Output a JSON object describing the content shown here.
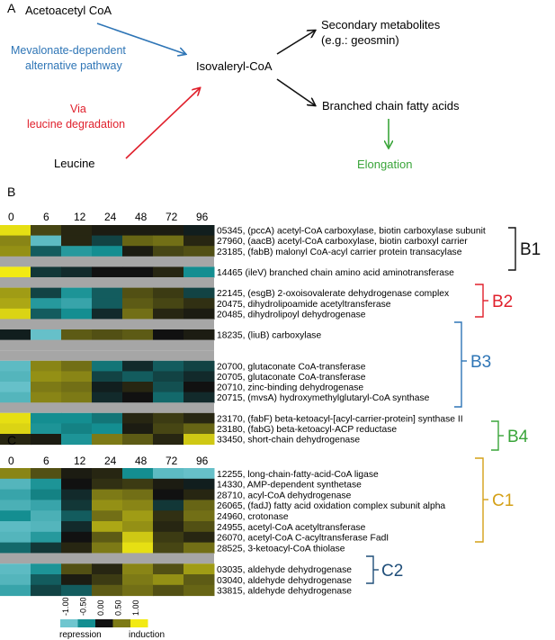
{
  "panel_a": {
    "label": "A",
    "acetoacetyl": "Acetoacetyl CoA",
    "mevalonate_line1": "Mevalonate-dependent",
    "mevalonate_line2": "alternative pathway",
    "isovaleryl": "Isovaleryl-CoA",
    "via": "Via",
    "leucine_deg": "leucine degradation",
    "leucine": "Leucine",
    "secondary": "Secondary metabolites",
    "secondary_eg": "(e.g.: geosmin)",
    "branched": "Branched chain fatty acids",
    "elongation": "Elongation",
    "colors": {
      "blue": "#2e75b6",
      "red": "#e0202c",
      "green": "#3aa53a",
      "black": "#111111"
    }
  },
  "panel_b": {
    "label": "B",
    "timepoints": [
      "0",
      "6",
      "12",
      "24",
      "48",
      "72",
      "96"
    ],
    "rows": [
      {
        "gene": "05345, (pccA) acetyl-CoA carboxylase, biotin carboxylase subunit",
        "values": [
          0.95,
          0.25,
          0.1,
          0.05,
          0.05,
          0.05,
          -0.05
        ]
      },
      {
        "gene": "27960, (aacB) acetyl-CoA carboxylase, biotin carboxyl carrier",
        "values": [
          0.55,
          -0.9,
          0.1,
          -0.2,
          0.4,
          0.45,
          0.1
        ]
      },
      {
        "gene": "23185, (fabB) malonyl CoA-acyl carrier protein transacylase",
        "values": [
          0.6,
          -0.3,
          -0.6,
          -0.5,
          0.05,
          0.25,
          0.3
        ]
      },
      {
        "gene": null
      },
      {
        "gene": "14465 (ileV) branched chain amino acid aminotransferase",
        "values": [
          1.0,
          -0.15,
          -0.1,
          0.0,
          0.0,
          0.1,
          -0.5
        ]
      },
      {
        "gene": null
      },
      {
        "gene": "22145, (esgB) 2-oxoisovalerate dehydrogenase complex",
        "values": [
          0.65,
          -0.2,
          -0.55,
          -0.3,
          0.3,
          0.2,
          -0.2
        ]
      },
      {
        "gene": "20475, dihydrolipoamide acetyltransferase",
        "values": [
          0.7,
          -0.6,
          -0.7,
          -0.3,
          0.35,
          0.25,
          0.15
        ]
      },
      {
        "gene": "20485, dihydrolipoyl dehydrogenase",
        "values": [
          0.9,
          -0.3,
          -0.5,
          -0.1,
          0.45,
          0.1,
          0.05
        ]
      },
      {
        "gene": null
      },
      {
        "gene": "18235, (liuB) carboxylase",
        "values": [
          -0.05,
          -0.95,
          0.35,
          0.3,
          0.35,
          0.0,
          0.05
        ]
      },
      {
        "gene": null
      },
      {
        "gene": null
      },
      {
        "gene": "20700, glutaconate CoA-transferase",
        "values": [
          -0.9,
          0.55,
          0.45,
          -0.4,
          -0.1,
          -0.3,
          -0.2
        ]
      },
      {
        "gene": "20705, glutaconate CoA-transferase",
        "values": [
          -0.85,
          0.6,
          0.55,
          -0.2,
          -0.3,
          -0.2,
          -0.1
        ]
      },
      {
        "gene": "20710, zinc-binding dehydrogenase",
        "values": [
          -0.95,
          0.5,
          0.45,
          -0.05,
          0.1,
          -0.25,
          0.0
        ]
      },
      {
        "gene": "20715, (mvsA) hydroxymethylglutaryl-CoA synthase",
        "values": [
          -0.85,
          0.55,
          0.5,
          -0.1,
          0.0,
          -0.35,
          -0.1
        ]
      },
      {
        "gene": null
      },
      {
        "gene": "23170, (fabF) beta-ketoacyl-[acyl-carrier-protein] synthase II",
        "values": [
          0.95,
          -0.5,
          -0.5,
          -0.4,
          0.1,
          0.2,
          0.1
        ]
      },
      {
        "gene": "23180, (fabG) beta-ketoacyl-ACP reductase",
        "values": [
          0.9,
          -0.55,
          -0.45,
          -0.5,
          0.05,
          0.25,
          0.4
        ]
      },
      {
        "gene": "33450, short-chain dehydrogenase",
        "values": [
          0.1,
          0.05,
          -0.55,
          0.5,
          0.35,
          0.1,
          0.85
        ]
      }
    ],
    "groups": [
      {
        "label": "B1",
        "color": "#111111"
      },
      {
        "label": "B2",
        "color": "#e0202c"
      },
      {
        "label": "B3",
        "color": "#2e75b6"
      },
      {
        "label": "B4",
        "color": "#3aa53a"
      }
    ]
  },
  "panel_c": {
    "label": "C",
    "timepoints": [
      "0",
      "6",
      "12",
      "24",
      "48",
      "72",
      "96"
    ],
    "rows": [
      {
        "gene": "12255, long-chain-fatty-acid-CoA ligase",
        "values": [
          0.55,
          0.3,
          0.05,
          0.1,
          -0.5,
          -0.9,
          -0.95
        ]
      },
      {
        "gene": "14330, AMP-dependent synthetase",
        "values": [
          -0.85,
          -0.55,
          0.0,
          0.15,
          0.2,
          0.05,
          -0.05
        ]
      },
      {
        "gene": "28710, acyl-CoA dehydrogenase",
        "values": [
          -0.7,
          -0.45,
          -0.1,
          0.5,
          0.45,
          0.0,
          0.1
        ]
      },
      {
        "gene": "26065, (fadJ) fatty acid oxidation complex subunit alpha",
        "values": [
          -0.8,
          -0.7,
          -0.15,
          0.6,
          0.55,
          -0.15,
          0.4
        ]
      },
      {
        "gene": "24960, crotonase",
        "values": [
          -0.5,
          -0.8,
          -0.3,
          0.45,
          0.65,
          0.15,
          0.45
        ]
      },
      {
        "gene": "24955, acetyl-CoA acetyltransferase",
        "values": [
          -0.9,
          -0.85,
          -0.1,
          0.7,
          0.6,
          0.1,
          0.3
        ]
      },
      {
        "gene": "26070, acetyl-CoA C-acyltransferase FadI",
        "values": [
          -0.85,
          -0.6,
          0.0,
          0.35,
          0.85,
          0.2,
          0.1
        ]
      },
      {
        "gene": "28525, 3-ketoacyl-CoA thiolase",
        "values": [
          -0.35,
          -0.15,
          0.1,
          0.5,
          0.95,
          0.25,
          0.45
        ]
      },
      {
        "gene": null
      },
      {
        "gene": "03035, aldehyde dehydrogenase",
        "values": [
          -0.9,
          -0.55,
          0.3,
          0.1,
          0.55,
          0.3,
          0.65
        ]
      },
      {
        "gene": "03040, aldehyde dehydrogenase",
        "values": [
          -0.85,
          -0.3,
          0.05,
          0.2,
          0.5,
          0.6,
          0.35
        ]
      },
      {
        "gene": "33815, aldehyde dehydrogenase",
        "values": [
          -0.7,
          -0.2,
          -0.3,
          0.35,
          0.45,
          0.3,
          0.4
        ]
      }
    ],
    "groups": [
      {
        "label": "C1",
        "color": "#d4a017"
      },
      {
        "label": "C2",
        "color": "#1f4e79"
      }
    ]
  },
  "legend": {
    "ticks": [
      "-1.00",
      "-0.50",
      "0.00",
      "0.50",
      "1.00"
    ],
    "repression": "repression",
    "induction": "induction",
    "colors": [
      "#6fc6cf",
      "#148e91",
      "#111111",
      "#7d7a16",
      "#f2ea13"
    ]
  }
}
